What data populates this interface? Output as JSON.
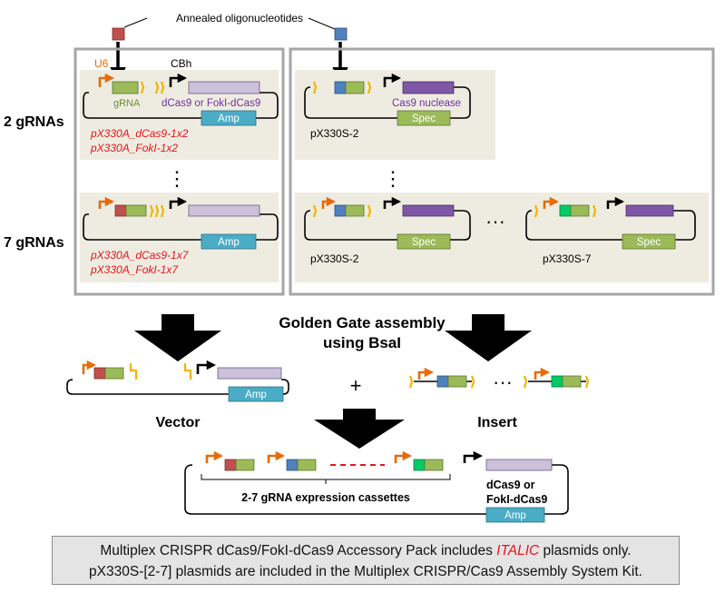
{
  "top_label": "Annealed oligonucleotides",
  "rows": {
    "two": "2 gRNAs",
    "seven": "7 gRNAs"
  },
  "left_box": {
    "promoter_u6": "U6",
    "grna": "gRNA",
    "promoter_cbh": "CBh",
    "cas_label": "dCas9 or FokI-dCas9",
    "amp": "Amp",
    "plasmids_2": [
      "pX330A_dCas9-1x2",
      "pX330A_FokI-1x2"
    ],
    "plasmids_7": [
      "pX330A_dCas9-1x7",
      "pX330A_FokI-1x7"
    ]
  },
  "right_box": {
    "cas9_nuclease": "Cas9 nuclease",
    "spec": "Spec",
    "name_top": "pX330S-2",
    "name_bottom_left": "pX330S-2",
    "name_bottom_right": "pX330S-7"
  },
  "dots": "⋮",
  "hdots": "···",
  "assembly": {
    "line1": "Golden Gate assembly",
    "line2": "using BsaI"
  },
  "vector_label": "Vector",
  "insert_label": "Insert",
  "plus": "+",
  "amp": "Amp",
  "final": {
    "cassettes": "2-7 gRNA expression cassettes",
    "cas_line1": "dCas9 or",
    "cas_line2": "FokI-dCas9",
    "amp": "Amp"
  },
  "footer": {
    "line1_before": "Multiplex CRISPR dCas9/FokI-dCas9 Accessory Pack includes ",
    "line1_italic": "ITALIC",
    "line1_after": " plasmids only.",
    "line2": "pX330S-[2-7] plasmids are included in the Multiplex CRISPR/Cas9 Assembly System Kit."
  },
  "colors": {
    "red_oligo": "#c0504d",
    "blue_oligo": "#4f81bd",
    "bright_green": "#00cc66",
    "grna_green": "#9bbb59",
    "promoter_orange": "#e46c0a",
    "bsai_yellow": "#f2b400",
    "dcas9_lavender": "#ccc0da",
    "cas9_purple": "#7e57a6",
    "amp_cyan": "#4bacc6",
    "spec_green": "#9bbb59",
    "panel_beige": "#eeece1",
    "box_gray": "#a6a6a6",
    "italic_red": "#e8141c"
  }
}
